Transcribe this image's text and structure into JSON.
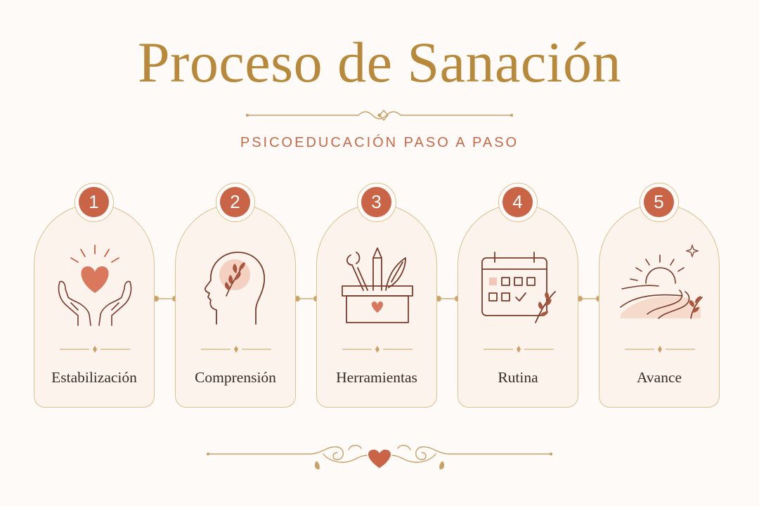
{
  "header": {
    "title": "Proceso de Sanación",
    "subtitle": "PSICOEDUCACIÓN PASO A PASO"
  },
  "colors": {
    "gold": "#b8893a",
    "terracotta": "#c96446",
    "card_border": "#dcc08e",
    "card_bg": "#fbf3ec",
    "text": "#3a2b26"
  },
  "steps": [
    {
      "number": "1",
      "label": "Estabilización",
      "icon": "heart-in-hands-icon"
    },
    {
      "number": "2",
      "label": "Comprensión",
      "icon": "head-with-leaf-icon"
    },
    {
      "number": "3",
      "label": "Herramientas",
      "icon": "toolbox-icon"
    },
    {
      "number": "4",
      "label": "Rutina",
      "icon": "calendar-checklist-icon"
    },
    {
      "number": "5",
      "label": "Avance",
      "icon": "sunrise-path-icon"
    }
  ]
}
